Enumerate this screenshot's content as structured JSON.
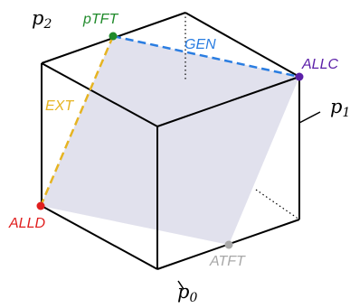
{
  "axes": {
    "p1": {
      "base": "p",
      "sub": "1"
    },
    "p2": {
      "base": "p",
      "sub": "2"
    },
    "p0": {
      "base": "p",
      "sub": "0"
    }
  },
  "strategies": {
    "allc": {
      "label": "ALLC",
      "color": "#5b1fa8"
    },
    "alld": {
      "label": "ALLD",
      "color": "#e01e1e"
    },
    "ptft": {
      "label": "pTFT",
      "color": "#1f8a2a"
    },
    "atft": {
      "label": "ATFT",
      "color": "#a8a8a8"
    }
  },
  "edges": {
    "gen": {
      "label": "GEN",
      "color": "#2a7de1"
    },
    "ext": {
      "label": "EXT",
      "color": "#e6b422"
    }
  },
  "colors": {
    "plane_fill": "#dcdcea",
    "cube_edge": "#000000"
  }
}
